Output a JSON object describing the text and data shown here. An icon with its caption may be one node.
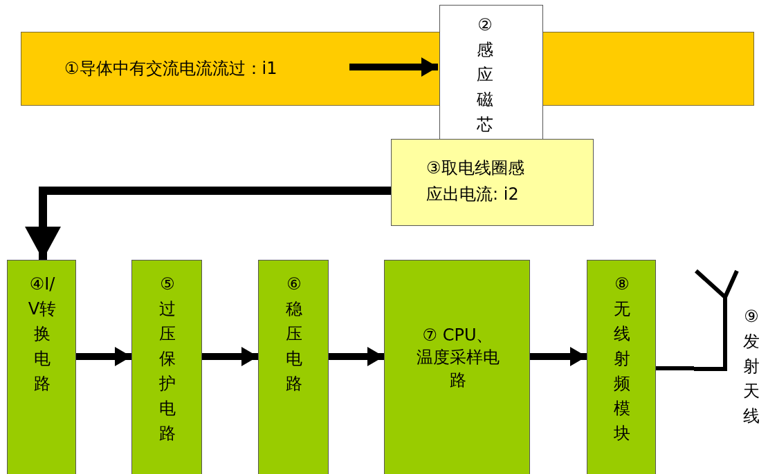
{
  "diagram": {
    "nodes": [
      {
        "text": [
          "①导体中有交流电流流过：i1"
        ]
      },
      {
        "text": [
          "②感应磁芯"
        ]
      },
      {
        "text": [
          "③取电线圈感应出电流: i2"
        ]
      },
      {
        "text": [
          "④I/V转换电路"
        ]
      },
      {
        "text": [
          "⑤过压保护电路"
        ]
      },
      {
        "text": [
          "⑥稳压电路"
        ]
      },
      {
        "text": [
          "⑦ CPU、温度采样电路"
        ]
      },
      {
        "text": [
          "⑧无线射频模块"
        ]
      },
      {
        "text": [],
        "shape": "antenna",
        "beside": [
          "⑨发射天线"
        ]
      }
    ],
    "edges": [
      {
        "from": 0,
        "to": 1,
        "arrow": "to"
      },
      {
        "from": 2,
        "to": 3,
        "arrow": "to"
      },
      {
        "from": 3,
        "to": 4,
        "arrow": "to"
      },
      {
        "from": 4,
        "to": 5,
        "arrow": "to"
      },
      {
        "from": 5,
        "to": 6,
        "arrow": "to"
      },
      {
        "from": 6,
        "to": 7,
        "arrow": "to"
      },
      {
        "from": 7,
        "to": 8,
        "arrow": "none"
      }
    ]
  }
}
